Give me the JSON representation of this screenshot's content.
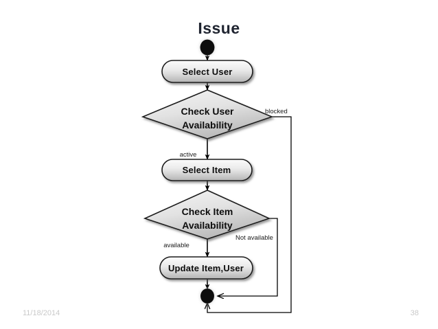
{
  "slide": {
    "title": "Issue",
    "footer_date": "11/18/2014",
    "page_number": "38",
    "background": "#ffffff",
    "title_color": "#1f2430",
    "footer_color": "#c9c9c9"
  },
  "diagram": {
    "type": "uml-activity-diagram",
    "nodes": [
      {
        "id": "start",
        "kind": "initial-node",
        "label": ""
      },
      {
        "id": "select-user",
        "kind": "action",
        "label": "Select User"
      },
      {
        "id": "check-user",
        "kind": "decision",
        "label_line1": "Check User",
        "label_line2": "Availability"
      },
      {
        "id": "select-item",
        "kind": "action",
        "label": "Select Item"
      },
      {
        "id": "check-item",
        "kind": "decision",
        "label_line1": "Check Item",
        "label_line2": "Availability"
      },
      {
        "id": "update-item-user",
        "kind": "action",
        "label": "Update Item,User"
      },
      {
        "id": "end",
        "kind": "final-node",
        "label": ""
      }
    ],
    "edges": [
      {
        "id": "start-to-select-user",
        "from": "start",
        "to": "select-user",
        "label": ""
      },
      {
        "id": "select-user-to-check-user",
        "from": "select-user",
        "to": "check-user",
        "label": ""
      },
      {
        "id": "check-user-active",
        "from": "check-user",
        "to": "select-item",
        "label": "active"
      },
      {
        "id": "check-user-blocked",
        "from": "check-user",
        "to": "end",
        "label": "blocked"
      },
      {
        "id": "select-item-to-check-item",
        "from": "select-item",
        "to": "check-item",
        "label": ""
      },
      {
        "id": "check-item-available",
        "from": "check-item",
        "to": "update-item-user",
        "label": "available"
      },
      {
        "id": "check-item-not-available",
        "from": "check-item",
        "to": "end",
        "label": "Not available"
      },
      {
        "id": "update-to-end",
        "from": "update-item-user",
        "to": "end",
        "label": ""
      }
    ],
    "colors": {
      "shape_fill_top": "#f4f4f4",
      "shape_fill_bottom": "#bdbdbd",
      "shape_stroke": "#1a1a1a",
      "connector_stroke": "#000000",
      "node_text": "#0d0d0d"
    }
  }
}
